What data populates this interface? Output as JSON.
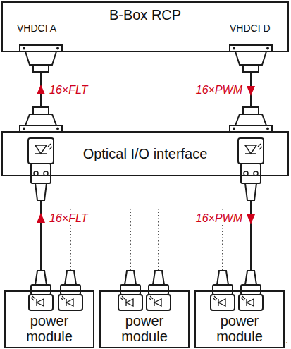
{
  "diagram": {
    "nodes": [
      {
        "text": [
          "B-Box RCP"
        ]
      },
      {
        "text": [
          "Optical I/O interface"
        ]
      },
      {
        "text": [
          "power module"
        ]
      },
      {
        "text": [
          "power module"
        ]
      },
      {
        "text": [
          "power module"
        ]
      }
    ],
    "edges": [
      {
        "from": 1,
        "to": 0,
        "label": "16×FLT",
        "arrow": "to"
      },
      {
        "from": 0,
        "to": 1,
        "label": "16×PWM",
        "arrow": "to"
      },
      {
        "from": 2,
        "to": 1,
        "label": "16×FLT",
        "arrow": "to"
      },
      {
        "from": 1,
        "to": 4,
        "label": "16×PWM",
        "arrow": "to"
      }
    ],
    "labels": [
      "VHDCI A",
      "VHDCI D",
      ".."
    ]
  }
}
